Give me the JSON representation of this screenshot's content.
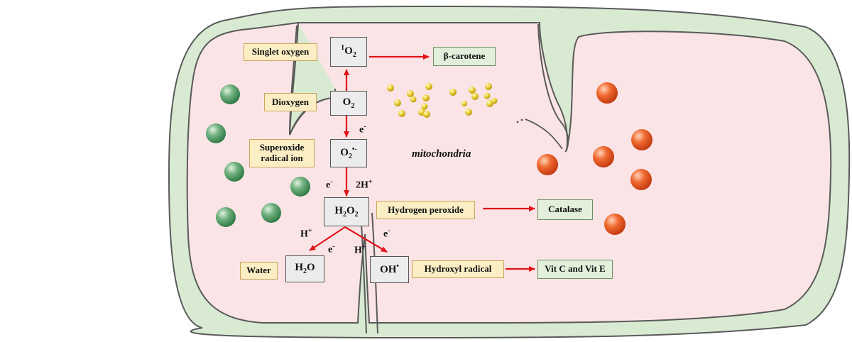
{
  "labels": {
    "mito": "mitochondria",
    "singlet": "Singlet oxygen",
    "dioxygen": "Dioxygen",
    "superoxide_1": "Superoxide",
    "superoxide_2": "radical ion",
    "hydrogen_peroxide": "Hydrogen peroxide",
    "water": "Water",
    "hydroxyl": "Hydroxyl radical",
    "carotene": "β-carotene",
    "catalase": "Catalase",
    "vitamins": "Vit C and Vit E"
  },
  "molecules": {
    "singlet_sup": "1",
    "singlet_base": "O",
    "singlet_sub": "2",
    "o2_base": "O",
    "o2_sub": "2",
    "superoxide_base": "O",
    "superoxide_sub": "2",
    "superoxide_sup": "•-",
    "h2o2_h": "H",
    "h2o2_sub1": "2",
    "h2o2_o": "O",
    "h2o2_sub2": "2",
    "water_h": "H",
    "water_sub": "2",
    "water_o": "O",
    "hydroxyl_base": "OH",
    "hydroxyl_sup": "•"
  },
  "arrow_labels": {
    "e_superoxide": "e",
    "e_superoxide_sup": "-",
    "e_h2o2": "e",
    "e_h2o2_sup": "-",
    "two_h": "2H",
    "two_h_sup": "+",
    "h_left": "H",
    "h_left_sup": "+",
    "e_water": "e",
    "e_water_sup": "-",
    "e_right": "e",
    "e_right_sup": "-",
    "h_right": "H",
    "h_right_sup": "+"
  },
  "colors": {
    "membrane": "#d9ead3",
    "matrix": "#fbe4e6",
    "outline": "#5a5a5a",
    "arrow": "#e0151b",
    "green_sphere": "#4e9c62",
    "orange_sphere": "#ee5a24",
    "yellow_dot": "#e4c21c"
  }
}
